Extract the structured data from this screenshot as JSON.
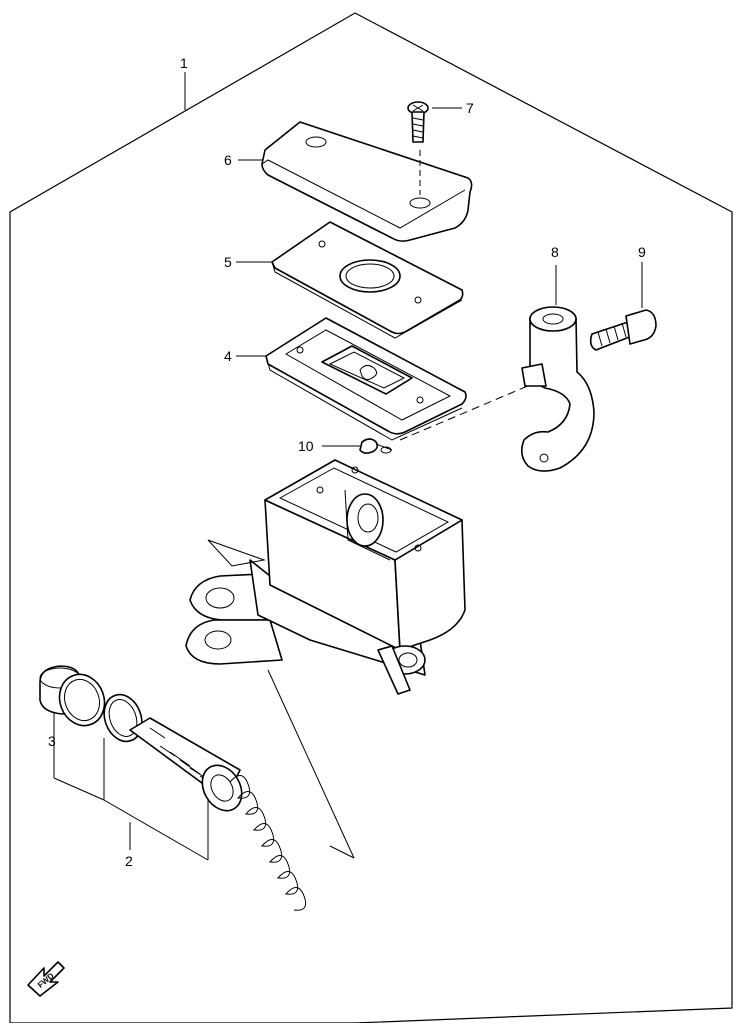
{
  "diagram": {
    "callouts": [
      {
        "id": "1",
        "label": "1"
      },
      {
        "id": "2",
        "label": "2"
      },
      {
        "id": "3",
        "label": "3"
      },
      {
        "id": "4",
        "label": "4"
      },
      {
        "id": "5",
        "label": "5"
      },
      {
        "id": "6",
        "label": "6"
      },
      {
        "id": "7",
        "label": "7"
      },
      {
        "id": "8",
        "label": "8"
      },
      {
        "id": "9",
        "label": "9"
      },
      {
        "id": "10",
        "label": "10"
      }
    ],
    "fwd_label": "FWD"
  }
}
